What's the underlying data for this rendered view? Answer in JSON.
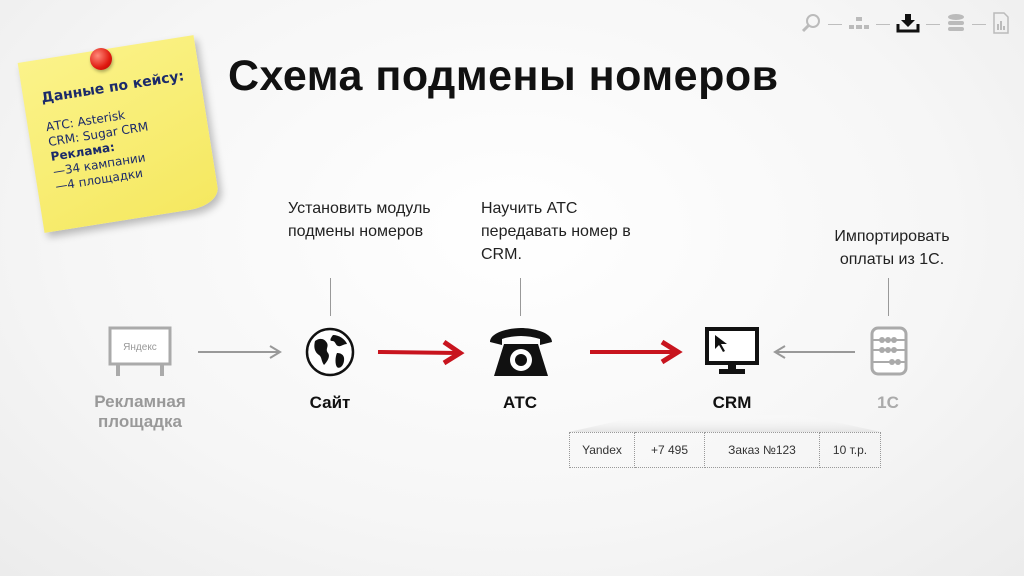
{
  "title": "Схема подмены номеров",
  "note": {
    "heading": "Данные по кейсу:",
    "lines": [
      "АТС: Asterisk",
      "CRM: Sugar CRM",
      "Реклама:",
      "—34 кампании",
      "—4 площадки"
    ]
  },
  "nav": {
    "icons": [
      "search-icon",
      "sitemap-icon",
      "download-icon",
      "database-icon",
      "report-icon"
    ],
    "active": 2
  },
  "nodes": [
    {
      "label": "Рекламная площадка",
      "sign": "Яндекс",
      "color": "#999999"
    },
    {
      "label": "Сайт",
      "desc": "Установить модуль подмены номеров",
      "color": "#111111"
    },
    {
      "label": "АТС",
      "desc": "Научить АТС передавать номер в CRM.",
      "color": "#111111"
    },
    {
      "label": "CRM",
      "color": "#111111"
    },
    {
      "label": "1С",
      "desc": "Импортировать оплаты из 1С.",
      "color": "#aaaaaa"
    }
  ],
  "crm_record": [
    "Yandex",
    "+7 495",
    "Заказ №123",
    "10 т.р."
  ],
  "colors": {
    "accent": "#c8141e",
    "muted": "#999999"
  }
}
